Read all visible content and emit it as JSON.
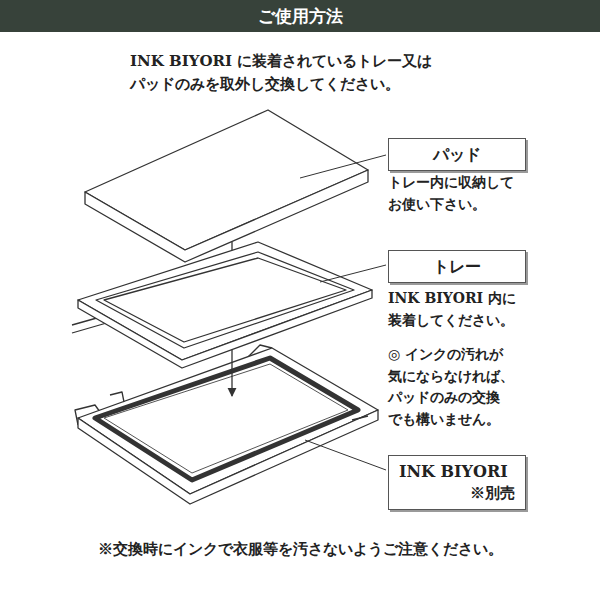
{
  "diagram": {
    "title": "ご使用方法",
    "nodes": [
      {
        "text": [
          "パッド"
        ]
      },
      {
        "text": [
          "トレー"
        ]
      },
      {
        "text": [
          "INK BIYORI",
          "※別売"
        ]
      }
    ],
    "labels": [
      "INK BIYORI に装着されているトレー又は パッドのみを取外し交換してください。",
      "トレー内に収納して お使い下さい。",
      "INK BIYORI 内に 装着してください。",
      "◎ インクの汚れが 気にならなければ、 パッドのみの交換 でも構いません。",
      "※交換時にインクで衣服等を汚さないようご注意ください。"
    ]
  }
}
